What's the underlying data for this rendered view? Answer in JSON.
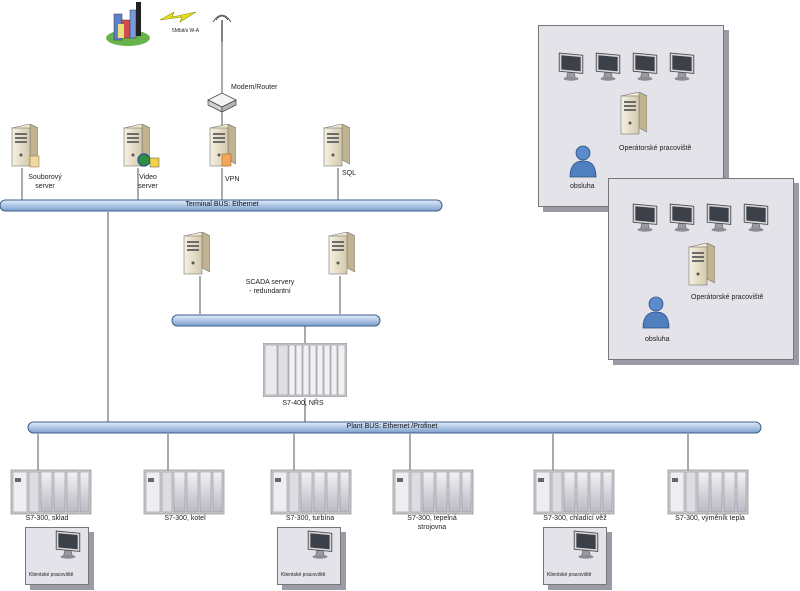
{
  "network": {
    "internet_speed": "5Mbit/s W-A",
    "router_label": "Modem/Router"
  },
  "servers": {
    "file_server": "Souborový\nserver",
    "video_server": "Video\nserver",
    "vpn": "VPN",
    "sql": "SQL",
    "scada": "SCADA servery\n- redundantní"
  },
  "buses": {
    "terminal": "Terminal BUS: Ethernet",
    "plant": "Plant BUS: Ethernet /Profinet"
  },
  "s7_400": "S7-400, NŘS",
  "plc_units": [
    {
      "label": "S7-300, sklad"
    },
    {
      "label": "S7-300, kotel"
    },
    {
      "label": "S7-300, turbína"
    },
    {
      "label": "S7-300, tepelná\nstrojovna"
    },
    {
      "label": "S7-300, chladící věž"
    },
    {
      "label": "S7-300, výměník tepla"
    }
  ],
  "client_label": "Klientské pracoviště",
  "operator_rooms": [
    {
      "workstation": "Operátorské pracoviště",
      "user": "obsluha"
    },
    {
      "workstation": "Operátorské pracoviště",
      "user": "obsluha"
    }
  ],
  "colors": {
    "bus_fill": "#aec6e6",
    "bus_stroke": "#3a5f8f",
    "panel_bg": "#e3e3e9",
    "panel_shadow": "#9b9ba6",
    "user_blue": "#4f7fbf"
  }
}
